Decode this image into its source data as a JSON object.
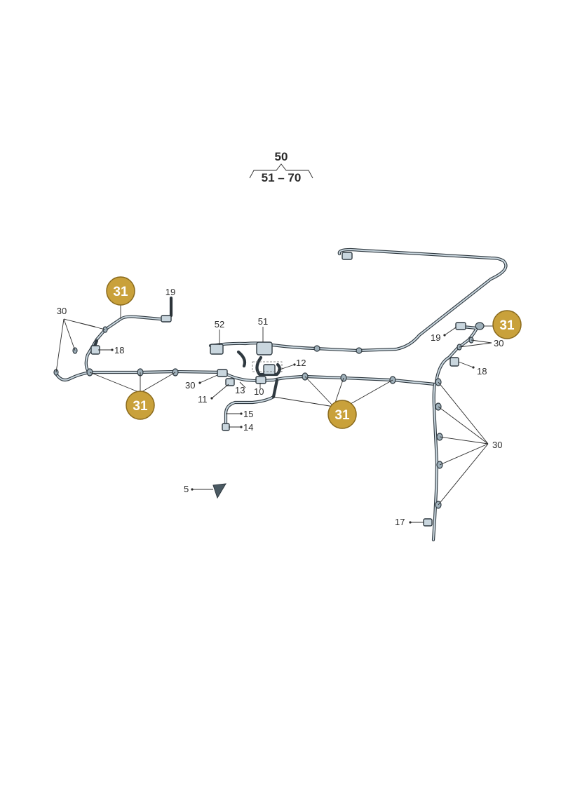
{
  "header": {
    "assembly_number": "50",
    "range_label": "51 – 70"
  },
  "callouts": {
    "top_left": "31",
    "bottom_left": "31",
    "center": "31",
    "right": "31"
  },
  "labels": {
    "l19_left": "19",
    "l30_left": "30",
    "l18_left": "18",
    "l52": "52",
    "l51": "51",
    "l12": "12",
    "l30_mid": "30",
    "l11": "11",
    "l13": "13",
    "l10": "10",
    "l15": "15",
    "l14": "14",
    "l5": "5",
    "l19_right": "19",
    "l30_right_top": "30",
    "l18_right": "18",
    "l30_right": "30",
    "l17": "17"
  },
  "colors": {
    "callout_fill": "#c9a13b",
    "callout_ring": "#8a6a1c",
    "wire": "#2f3940",
    "wire_highlight": "#c9d6de"
  }
}
